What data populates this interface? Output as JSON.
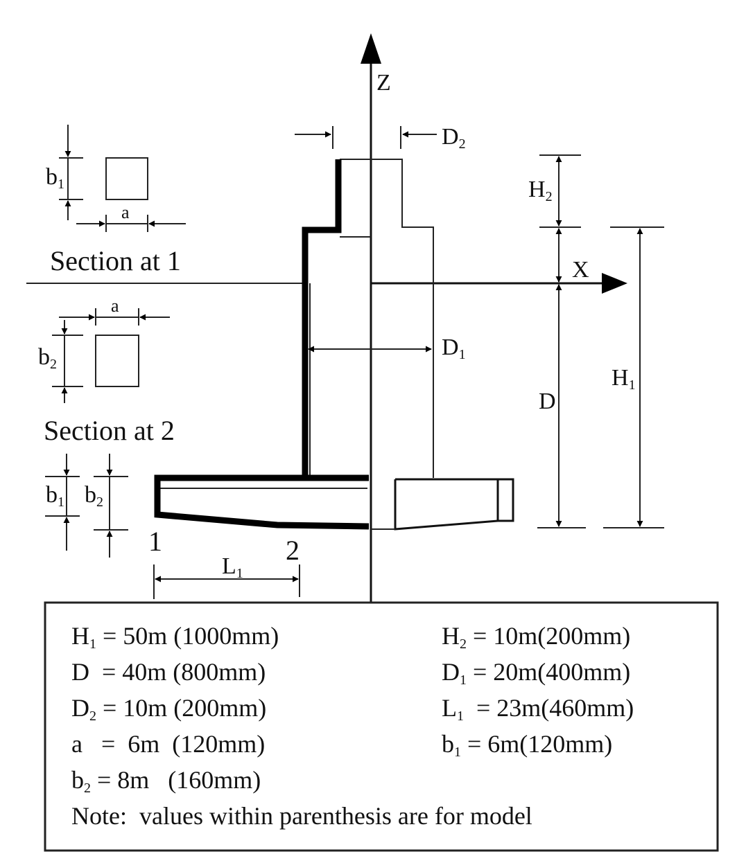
{
  "axes": {
    "z": "Z",
    "x": "X"
  },
  "labels": {
    "d2": "D",
    "d2_sub": "2",
    "d1": "D",
    "d1_sub": "1",
    "d": "D",
    "h1": "H",
    "h1_sub": "1",
    "h2": "H",
    "h2_sub": "2",
    "l1": "L",
    "l1_sub": "1",
    "a_top": "a",
    "a_bottom": "a",
    "b1_top": "b",
    "b1_top_sub": "1",
    "b2_mid": "b",
    "b2_mid_sub": "2",
    "b1_low": "b",
    "b1_low_sub": "1",
    "b2_low": "b",
    "b2_low_sub": "2",
    "point1": "1",
    "point2": "2",
    "section1": "Section at 1",
    "section2": "Section at 2"
  },
  "legend": {
    "h1": {
      "sym": "H",
      "sub": "1",
      "val": " = 50m (1000mm)"
    },
    "h2": {
      "sym": "H",
      "sub": "2",
      "val": " = 10m(200mm)"
    },
    "d": {
      "sym": "D",
      "sub": "",
      "val": "  = 40m (800mm)"
    },
    "d1": {
      "sym": "D",
      "sub": "1",
      "val": " = 20m(400mm)"
    },
    "d2": {
      "sym": "D",
      "sub": "2",
      "val": " = 10m (200mm)"
    },
    "l1": {
      "sym": "L",
      "sub": "1",
      "val": "  = 23m(460mm)"
    },
    "a": {
      "sym": "a",
      "sub": "",
      "val": "   =  6m  (120mm)"
    },
    "b1": {
      "sym": "b",
      "sub": "1",
      "val": " = 6m(120mm)"
    },
    "b2": {
      "sym": "b",
      "sub": "2",
      "val": " = 8m   (160mm)"
    },
    "note": "Note:  values within parenthesis are for model"
  }
}
